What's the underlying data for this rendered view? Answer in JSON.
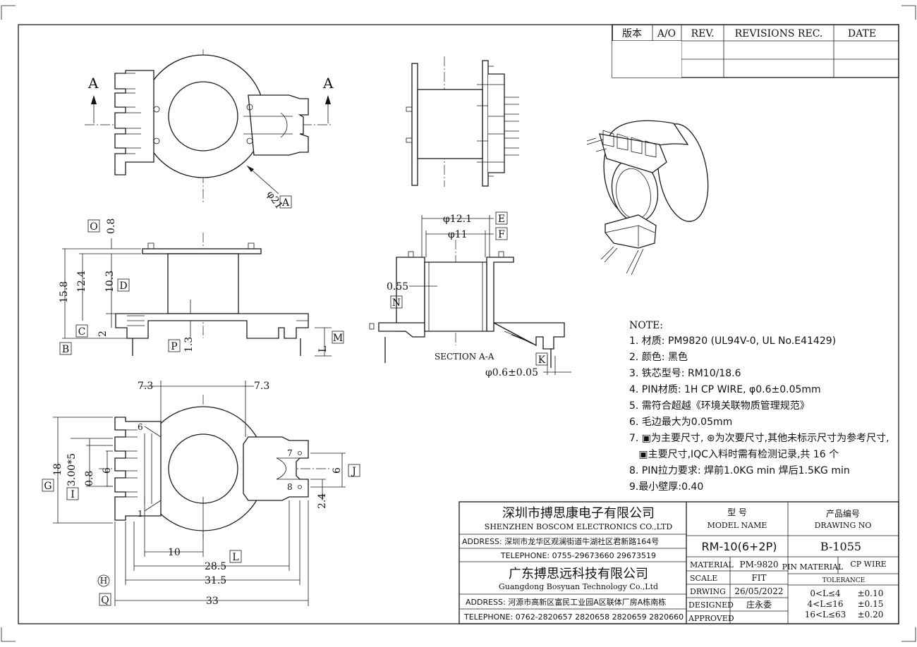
{
  "revision_block": {
    "version_label": "版本",
    "version_value": "A/O",
    "rev_label": "REV.",
    "revisions_label": "REVISIONS REC.",
    "date_label": "DATE"
  },
  "views": {
    "section_marker": "A",
    "section_label": "SECTION A-A",
    "datum_labels": [
      "A",
      "B",
      "C",
      "D",
      "E",
      "F",
      "G",
      "H",
      "I",
      "J",
      "K",
      "L",
      "M",
      "N",
      "O",
      "P",
      "Q"
    ]
  },
  "dimensions": {
    "top_diameter": "φ21",
    "side_08": "0.8",
    "side_158": "15.8",
    "side_124": "12.4",
    "side_103": "10.3",
    "side_2": "2",
    "side_13": "1.3",
    "side_L": "L",
    "sec_121": "φ12.1",
    "sec_11": "φ11",
    "sec_055": "0.55",
    "sec_pin": "φ0.6±0.05",
    "bot_73_left": "7.3",
    "bot_73_right": "7.3",
    "bot_18": "18",
    "bot_300": "3.00*5",
    "bot_08": "0.8",
    "bot_6_left": "6",
    "bot_6_right": "6",
    "bot_24": "2.4",
    "bot_10": "10",
    "bot_285": "28.5",
    "bot_315": "31.5",
    "bot_33": "33",
    "pin_numbers": [
      "1",
      "6",
      "7",
      "8"
    ]
  },
  "notes": {
    "title": "NOTE:",
    "items": [
      "1. 材质: PM9820 (UL94V-0, UL No.E41429)",
      "2. 颜色: 黑色",
      "3. 铁芯型号: RM10/18.6",
      "4. PIN材质: 1H CP WIRE, φ0.6±0.05mm",
      "5. 需符合超越《环境关联物质管理规范》",
      "6. 毛边最大为0.05mm",
      "7. ▣为主要尺寸, ⊛为次要尺寸,其他未标示尺寸为参考尺寸,",
      "   ▣主要尺寸,IQC入料时需有检测记录,共 16 个",
      "8. PIN拉力要求: 焊前1.0KG min 焊后1.5KG min",
      "9.最小壁厚:0.40"
    ]
  },
  "title_block": {
    "company1_cn": "深圳市搏思康电子有限公司",
    "company1_en": "SHENZHEN BOSCOM ELECTRONICS CO.,LTD",
    "address1": "ADDRESS: 深圳市龙华区观澜街道牛湖社区君新路164号",
    "telephone1": "TELEPHONE: 0755-29673660 29673519",
    "company2_cn": "广东搏思远科技有限公司",
    "company2_en": "Guangdong Bosyuan Technology Co.,Ltd",
    "address2": "ADDRESS: 河源市高新区富民工业园A区联体厂房A栋南栋",
    "telephone2": "TELEPHONE: 0762-2820657 2820658 2820659 2820660",
    "model_label_cn": "型 号",
    "model_label_en": "MODEL NAME",
    "model_value": "RM-10(6+2P)",
    "drawing_label_cn": "产品编号",
    "drawing_label_en": "DRAWING NO",
    "drawing_value": "B-1055",
    "material_label": "MATERIAL",
    "material_value": "PM-9820",
    "pin_material_label": "PIN MATERIAL",
    "pin_material_value": "CP WIRE",
    "scale_label": "SCALE",
    "scale_value": "FIT",
    "tolerance_label": "TOLERANCE",
    "drawing_date_label": "DRWING",
    "drawing_date_value": "26/05/2022",
    "designed_label": "DESIGNED",
    "designed_value": "庄永委",
    "approved_label": "APPROVED",
    "tolerance_rows": [
      {
        "range": "0<L≤4",
        "tol": "±0.10"
      },
      {
        "range": "4<L≤16",
        "tol": "±0.15"
      },
      {
        "range": "16<L≤63",
        "tol": "±0.20"
      }
    ]
  }
}
